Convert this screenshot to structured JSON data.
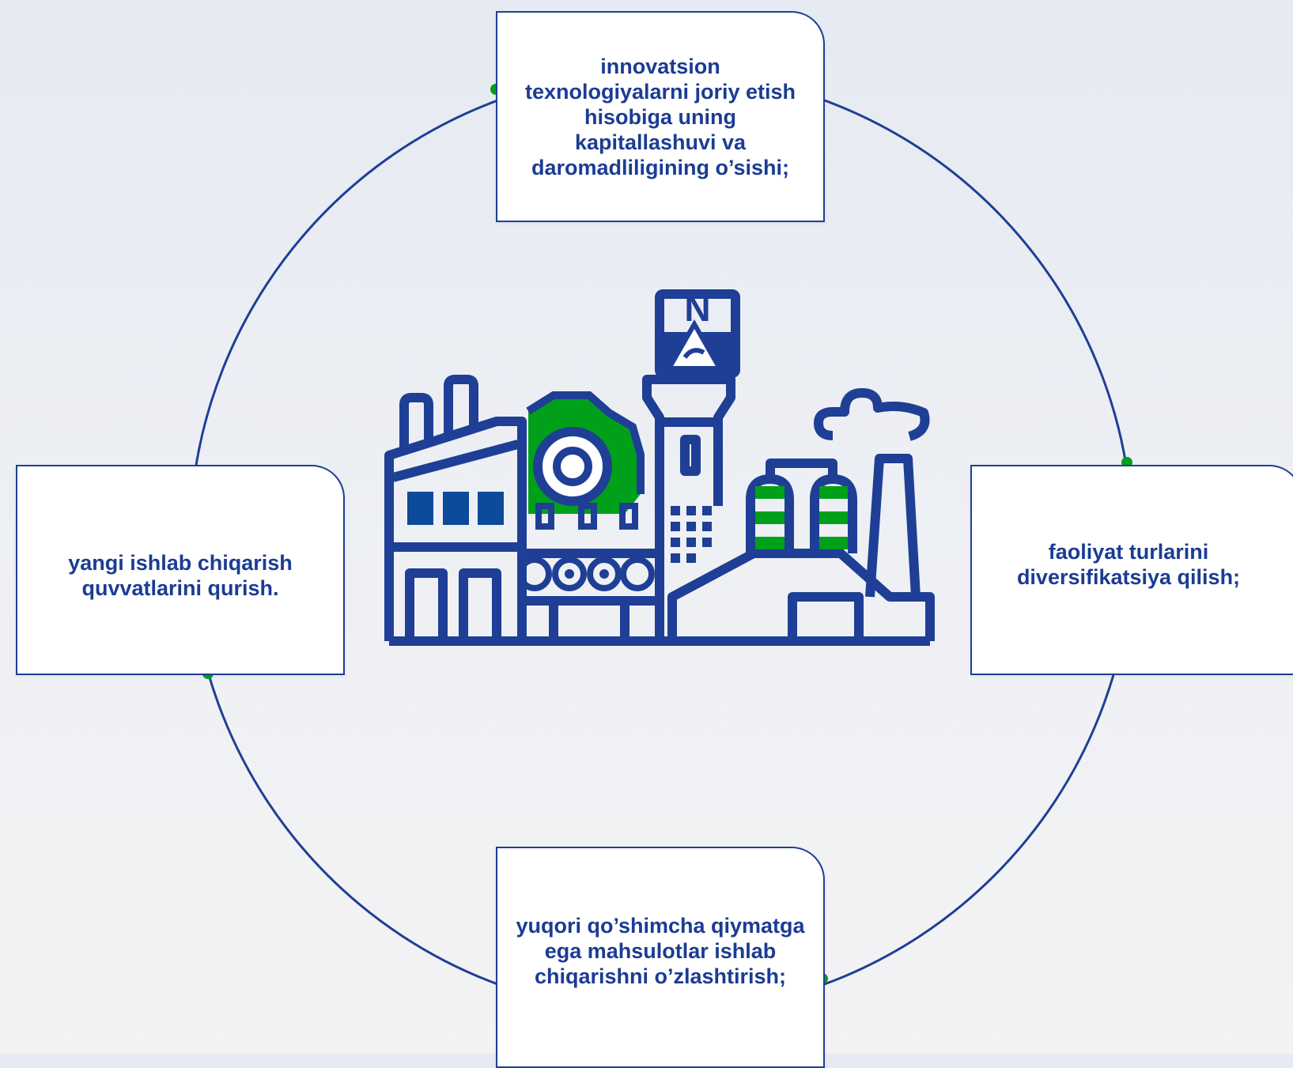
{
  "cards": {
    "top": "innovatsion texnologiyalarni joriy etish hisobiga uning kapitallashuvi va daromadliligining o’sishi;",
    "right": "faoliyat turlarini diversifikatsiya qilish;",
    "bottom": "yuqori qo’shimcha qiymatga ega mahsulotlar ishlab chiqarishni o’zlashtirish;",
    "left": "yangi ishlab chiqarish quvvatlarini qurish."
  },
  "emblem": {
    "letter": "N"
  },
  "colors": {
    "navy": "#1e3f95",
    "green": "#00a01a",
    "text": "#1b3c93"
  }
}
